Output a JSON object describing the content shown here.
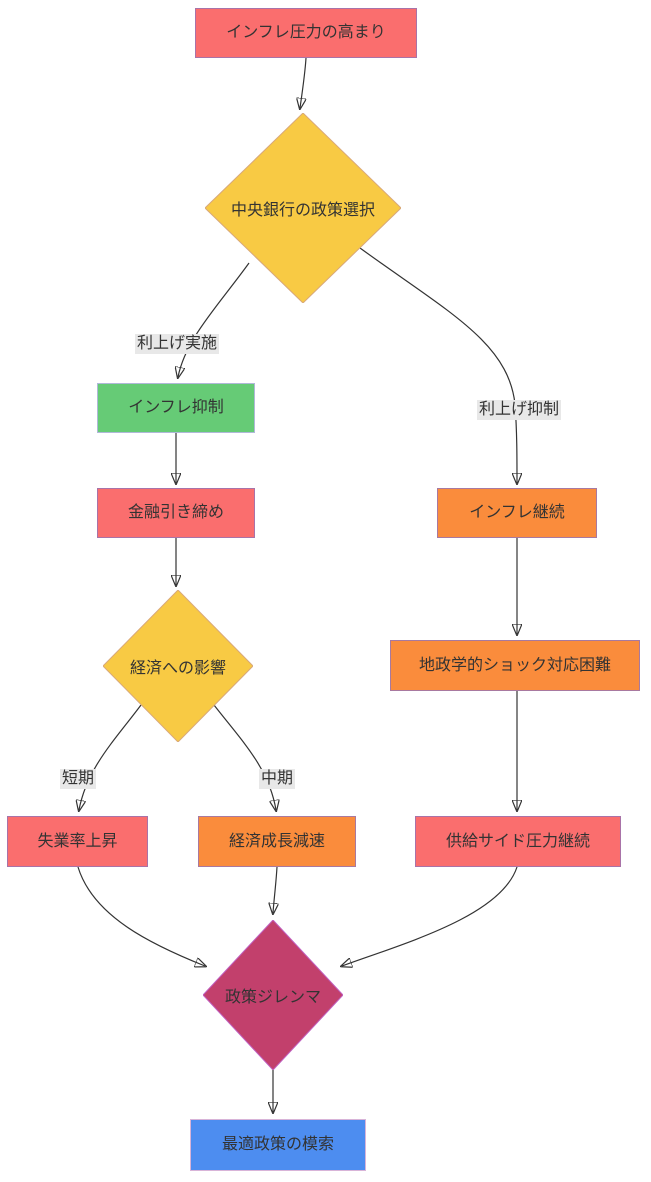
{
  "diagram": {
    "title": "central-bank-policy-flowchart",
    "nodes": {
      "inflation_pressure": {
        "label": "インフレ圧力の高まり",
        "shape": "rect",
        "fill": "#fa6e6e"
      },
      "policy_choice": {
        "label": "中央銀行の政策選択",
        "shape": "diamond",
        "fill": "#f8ca44"
      },
      "inflation_control": {
        "label": "インフレ抑制",
        "shape": "rect",
        "fill": "#66cb76"
      },
      "monetary_tightening": {
        "label": "金融引き締め",
        "shape": "rect",
        "fill": "#fa6e6e"
      },
      "economic_impact": {
        "label": "経済への影響",
        "shape": "diamond",
        "fill": "#f8ca44"
      },
      "unemployment_rise": {
        "label": "失業率上昇",
        "shape": "rect",
        "fill": "#fa6e6e"
      },
      "growth_slowdown": {
        "label": "経済成長減速",
        "shape": "rect",
        "fill": "#fa8c3c"
      },
      "inflation_continues": {
        "label": "インフレ継続",
        "shape": "rect",
        "fill": "#fa8c3c"
      },
      "geopolitical_shock": {
        "label": "地政学的ショック対応困難",
        "shape": "rect",
        "fill": "#fa8c3c"
      },
      "supply_pressure": {
        "label": "供給サイド圧力継続",
        "shape": "rect",
        "fill": "#fa6e6e"
      },
      "policy_dilemma": {
        "label": "政策ジレンマ",
        "shape": "diamond",
        "fill": "#c2406c"
      },
      "optimal_policy": {
        "label": "最適政策の模索",
        "shape": "rect",
        "fill": "#4d8df0"
      }
    },
    "edge_labels": {
      "rate_hike": "利上げ実施",
      "rate_restraint": "利上げ抑制",
      "short_term": "短期",
      "mid_term": "中期"
    },
    "colors": {
      "red_fill": "#fa6e6e",
      "red_stroke": "#a873a8",
      "yellow_fill": "#f8ca44",
      "yellow_stroke": "#d8a87a",
      "green_fill": "#66cb76",
      "green_stroke": "#b0b8d8",
      "orange_fill": "#fa8c3c",
      "orange_stroke": "#a879a0",
      "maroon_fill": "#c2406c",
      "maroon_stroke": "#c060c0",
      "blue_fill": "#4d8df0",
      "blue_stroke": "#d8b4d8",
      "edge": "#333333",
      "text": "#333333",
      "edge_label_bg": "#e8e8e8"
    }
  }
}
